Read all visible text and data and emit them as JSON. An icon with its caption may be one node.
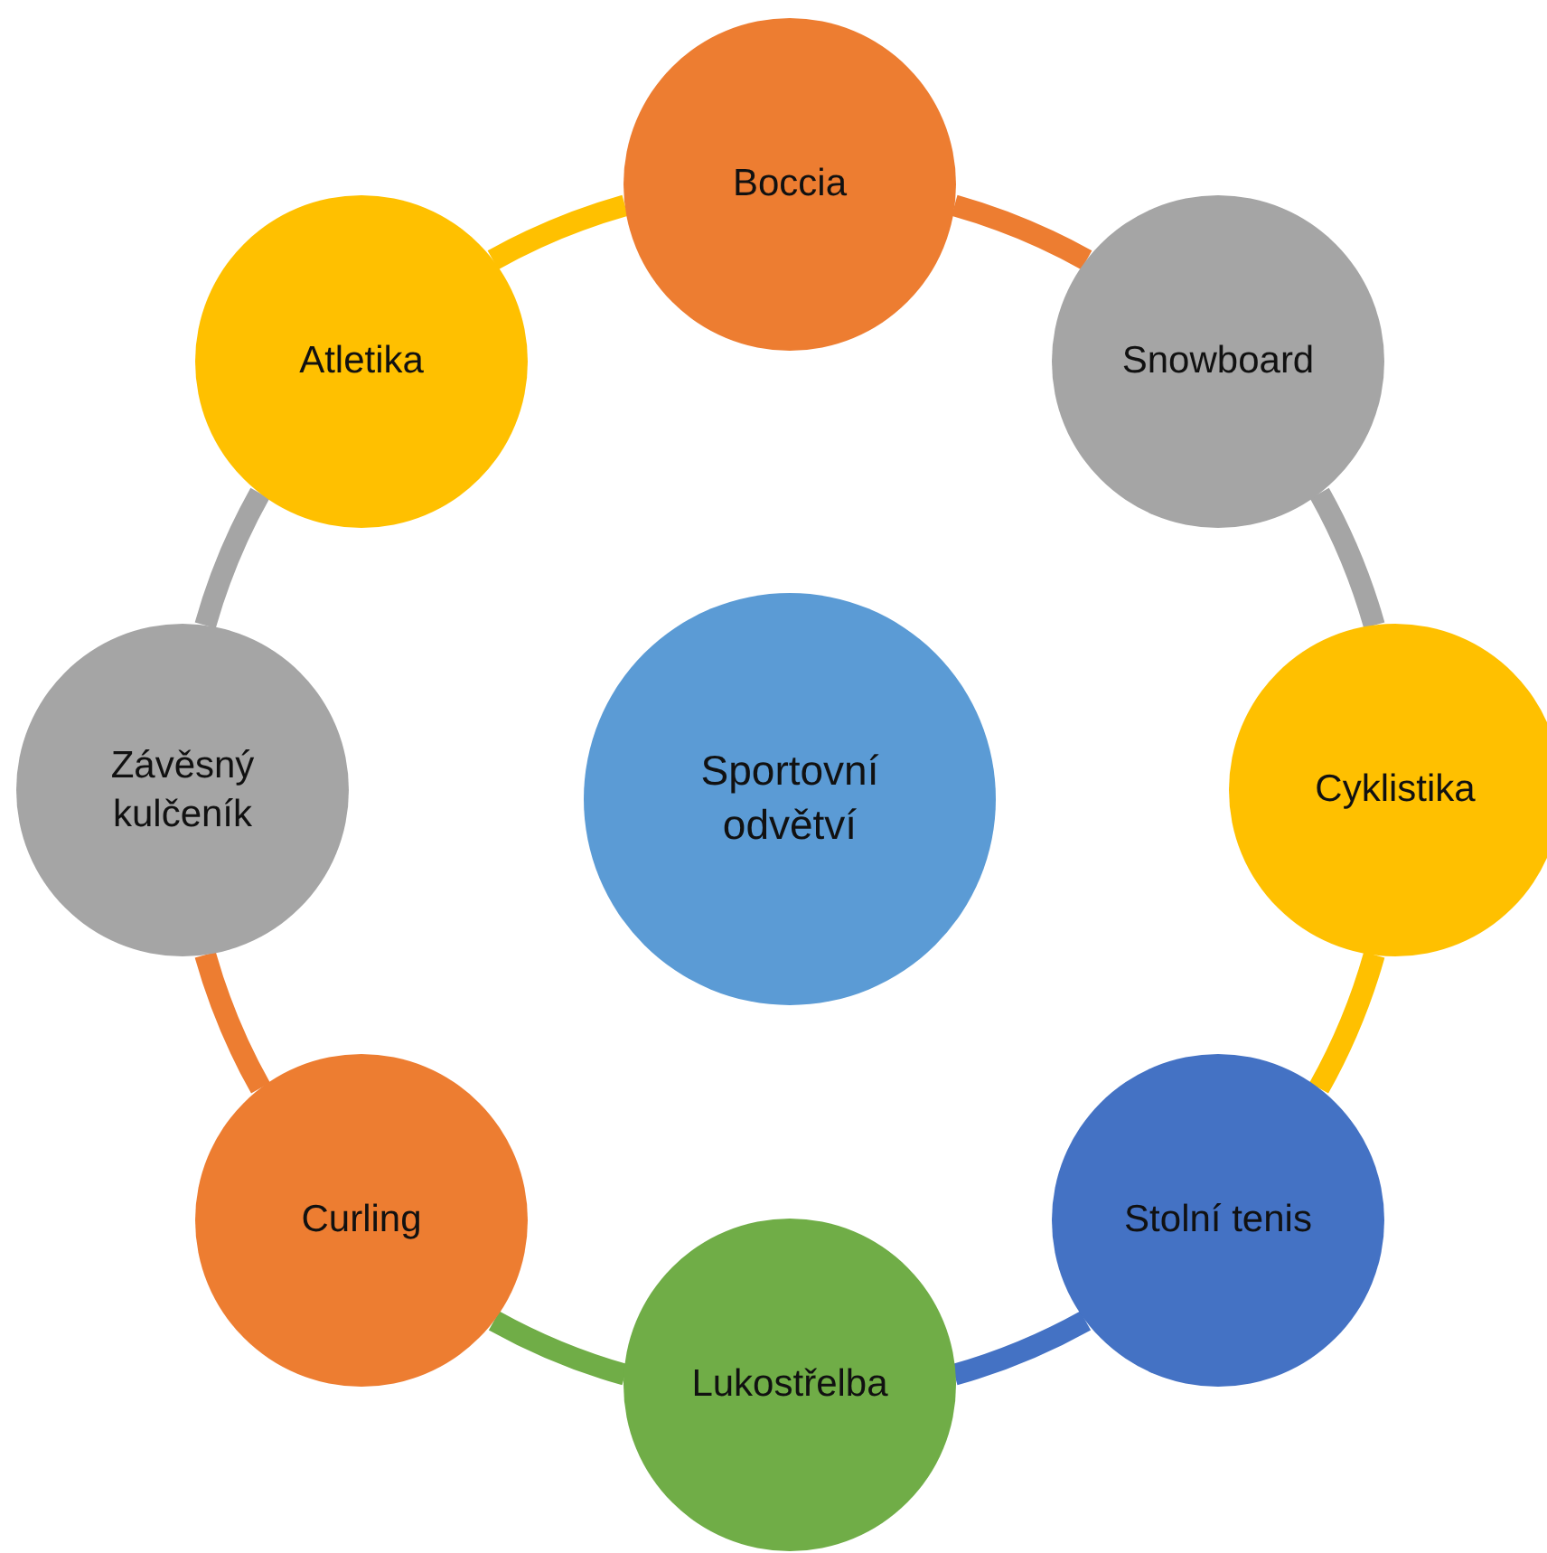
{
  "diagram": {
    "nodes": [
      {
        "text": [
          "Sportovní odvětví"
        ]
      },
      {
        "text": [
          "Boccia"
        ]
      },
      {
        "text": [
          "Snowboard"
        ]
      },
      {
        "text": [
          "Cyklistika"
        ]
      },
      {
        "text": [
          "Stolní tenis"
        ]
      },
      {
        "text": [
          "Lukostřelba"
        ]
      },
      {
        "text": [
          "Curling"
        ]
      },
      {
        "text": [
          "Závěsný kulčeník"
        ]
      },
      {
        "text": [
          "Atletika"
        ]
      }
    ],
    "edges": [
      {
        "from": 1,
        "to": 2,
        "arrow": "none",
        "color": "#ed7d31"
      },
      {
        "from": 2,
        "to": 3,
        "arrow": "none",
        "color": "#a5a5a5"
      },
      {
        "from": 3,
        "to": 4,
        "arrow": "none",
        "color": "#ffc000"
      },
      {
        "from": 4,
        "to": 5,
        "arrow": "none",
        "color": "#4472c4"
      },
      {
        "from": 5,
        "to": 6,
        "arrow": "none",
        "color": "#70ad47"
      },
      {
        "from": 6,
        "to": 7,
        "arrow": "none",
        "color": "#ed7d31"
      },
      {
        "from": 7,
        "to": 8,
        "arrow": "none",
        "color": "#a5a5a5"
      },
      {
        "from": 8,
        "to": 1,
        "arrow": "none",
        "color": "#ffc000"
      }
    ]
  }
}
